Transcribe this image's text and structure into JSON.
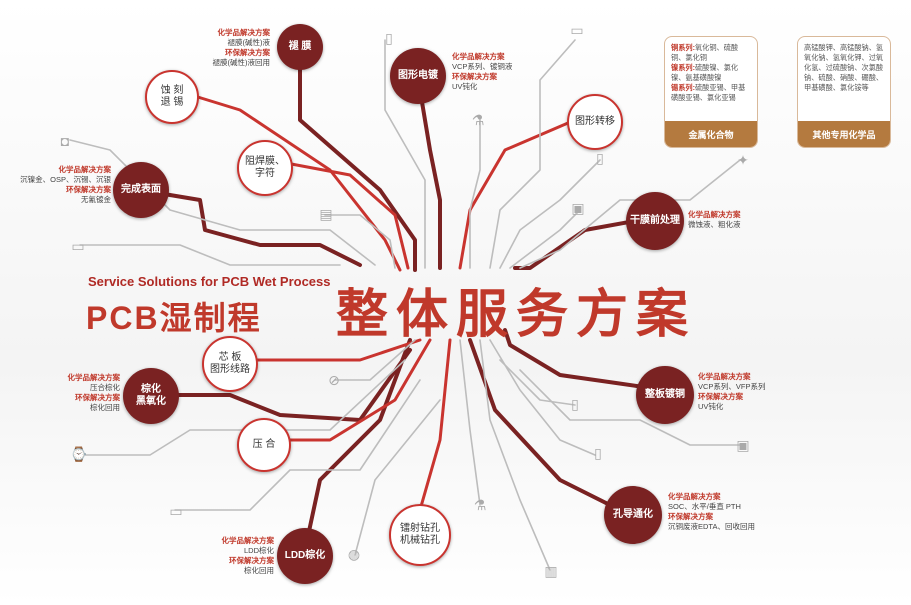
{
  "title_en": "Service Solutions for PCB Wet Process",
  "title_cn_prefix": "PCB湿制程",
  "title_cn_main": "整体服务方案",
  "nodes": {
    "tuomo": "褪 膜",
    "shike": "蚀 刻\n退 锡",
    "zuhanmo": "阻焊膜、\n字符",
    "wancheng": "完成表面",
    "tuxing_diandu": "图形电镀",
    "tuxing_zhuanyi": "图形转移",
    "ganmo": "干膜前处理",
    "xinban": "芯 板\n图形线路",
    "zonghua": "棕化\n黑氧化",
    "yahe": "压 合",
    "ldd": "LDD棕化",
    "zuankong": "镭射钻孔\n机械钻孔",
    "zhengban": "整板镀铜",
    "kongdao": "孔导通化"
  },
  "descs": {
    "tuomo": {
      "k1": "化学品解决方案",
      "v1": "褪膜(碱性)液",
      "k2": "环保解决方案",
      "v2": "褪膜(碱性)液回用"
    },
    "tuxing_diandu": {
      "k1": "化学品解决方案",
      "v1": "VCP系列、镀铜液",
      "k2": "环保解决方案",
      "v2": "UV钝化"
    },
    "wancheng": {
      "k1": "化学品解决方案",
      "v1": "沉镍金、OSP、沉锡、沉银",
      "k2": "环保解决方案",
      "v2": "无氰镀金"
    },
    "ganmo": {
      "k1": "化学品解决方案",
      "v1": "微蚀液、粗化液"
    },
    "zonghua": {
      "k1": "化学品解决方案",
      "v1": "压合棕化",
      "k2": "环保解决方案",
      "v2": "棕化回用"
    },
    "ldd": {
      "k1": "化学品解决方案",
      "v1": "LDD棕化",
      "k2": "环保解决方案",
      "v2": "棕化回用"
    },
    "zhengban": {
      "k1": "化学品解决方案",
      "v1": "VCP系列、VFP系列",
      "k2": "环保解决方案",
      "v2": "UV钝化"
    },
    "kongdao": {
      "k1": "化学品解决方案",
      "v1": "SOC、水平/垂直 PTH",
      "k2": "环保解决方案",
      "v2": "沉铜废液EDTA、回收回用"
    }
  },
  "cards": {
    "metal": {
      "lines": [
        {
          "k": "铜系列:",
          "v": "氧化铜、硫酸铜、氯化铜"
        },
        {
          "k": "镍系列:",
          "v": "硫酸镍、氯化镍、氨基磺酸镍"
        },
        {
          "k": "锡系列:",
          "v": "硫酸亚锡、甲基磺酸亚锡、氯化亚锡"
        }
      ],
      "footer": "金属化合物"
    },
    "other": {
      "text": "高锰酸钾、高锰酸钠、氢氧化钠、氢氧化钾、过氧化氢、过硫酸钠、次氯酸钠、硫酸、硝酸、硼酸、甲基磺酸、氯化铵等",
      "footer": "其他专用化学品"
    }
  },
  "colors": {
    "accent": "#c0392b",
    "node_dark": "#7a2222",
    "card_footer": "#b47a3f",
    "wire_red": "#c9342f",
    "wire_grey": "#b8b8b8"
  }
}
